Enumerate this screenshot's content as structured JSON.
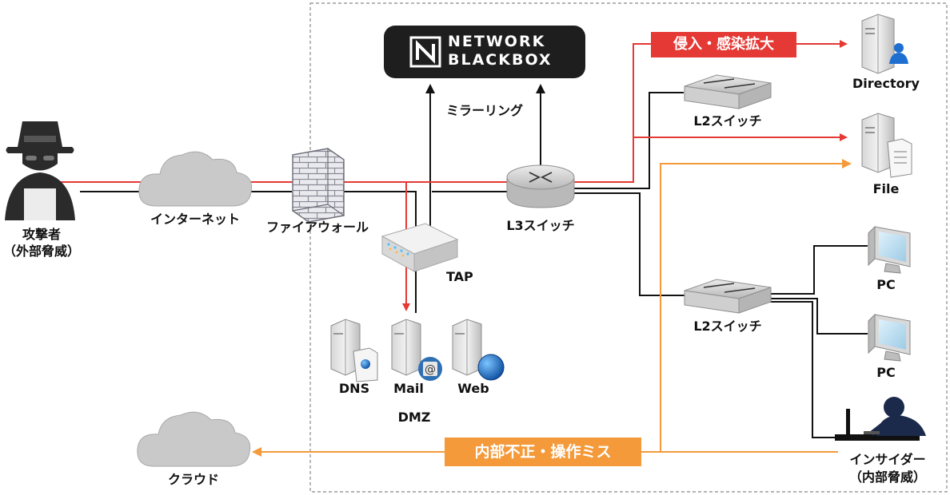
{
  "brand": {
    "line1": "NETWORK",
    "line2": "BLACKBOX"
  },
  "labels": {
    "attacker": "攻撃者",
    "attacker_sub": "（外部脅威）",
    "internet": "インターネット",
    "firewall": "ファイアウォール",
    "tap": "TAP",
    "mirroring": "ミラーリング",
    "l3_switch": "L3スイッチ",
    "l2_switch_top": "L2スイッチ",
    "l2_switch_bottom": "L2スイッチ",
    "dns": "DNS",
    "mail": "Mail",
    "web": "Web",
    "dmz": "DMZ",
    "directory": "Directory",
    "file": "File",
    "pc1": "PC",
    "pc2": "PC",
    "insider": "インサイダー",
    "insider_sub": "（内部脅威）",
    "cloud": "クラウド"
  },
  "badges": {
    "intrusion": "侵入・感染拡大",
    "insider_misuse": "内部不正・操作ミス"
  },
  "colors": {
    "intrusion": "#e53935",
    "insider": "#f49a3a",
    "line": "#111111",
    "dashed_border": "#888888"
  }
}
